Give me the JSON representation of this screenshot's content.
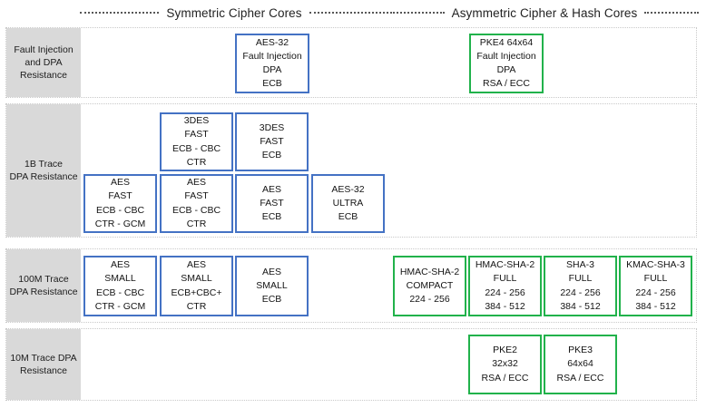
{
  "header": {
    "groups": [
      {
        "title": "Symmetric Cipher Cores"
      },
      {
        "title": "Asymmetric Cipher & Hash Cores"
      }
    ]
  },
  "rows": [
    {
      "label_lines": [
        "Fault Injection",
        "and DPA",
        "Resistance"
      ],
      "boxes": [
        {
          "color": "#4472c4",
          "lines": [
            "AES-32",
            "Fault Injection",
            "DPA",
            "ECB"
          ]
        },
        {
          "color": "#21b24b",
          "lines": [
            "PKE4  64x64",
            "Fault Injection",
            "DPA",
            "RSA / ECC"
          ]
        }
      ]
    },
    {
      "label_lines": [
        "1B Trace",
        "DPA Resistance"
      ],
      "boxes": [
        {
          "color": "#4472c4",
          "lines": [
            "3DES",
            "FAST",
            "ECB - CBC",
            "CTR"
          ]
        },
        {
          "color": "#4472c4",
          "lines": [
            "3DES",
            "FAST",
            "ECB"
          ]
        },
        {
          "color": "#4472c4",
          "lines": [
            "AES",
            "FAST",
            "ECB - CBC",
            "CTR - GCM"
          ]
        },
        {
          "color": "#4472c4",
          "lines": [
            "AES",
            "FAST",
            "ECB - CBC",
            "CTR"
          ]
        },
        {
          "color": "#4472c4",
          "lines": [
            "AES",
            "FAST",
            "ECB"
          ]
        },
        {
          "color": "#4472c4",
          "lines": [
            "AES-32",
            "ULTRA",
            "ECB"
          ]
        }
      ]
    },
    {
      "label_lines": [
        "100M Trace",
        "DPA Resistance"
      ],
      "boxes": [
        {
          "color": "#4472c4",
          "lines": [
            "AES",
            "SMALL",
            "ECB - CBC",
            "CTR - GCM"
          ]
        },
        {
          "color": "#4472c4",
          "lines": [
            "AES",
            "SMALL",
            "ECB+CBC+",
            "CTR"
          ]
        },
        {
          "color": "#4472c4",
          "lines": [
            "AES",
            "SMALL",
            "ECB"
          ]
        },
        {
          "color": "#21b24b",
          "lines": [
            "HMAC-SHA-2",
            "COMPACT",
            "224 - 256"
          ]
        },
        {
          "color": "#21b24b",
          "lines": [
            "HMAC-SHA-2",
            "FULL",
            "224 - 256",
            "384 - 512"
          ]
        },
        {
          "color": "#21b24b",
          "lines": [
            "SHA-3",
            "FULL",
            "224 - 256",
            "384 - 512"
          ]
        },
        {
          "color": "#21b24b",
          "lines": [
            "KMAC-SHA-3",
            "FULL",
            "224 - 256",
            "384 - 512"
          ]
        }
      ]
    },
    {
      "label_lines": [
        "10M Trace DPA",
        "Resistance"
      ],
      "boxes": [
        {
          "color": "#21b24b",
          "lines": [
            "PKE2",
            "32x32",
            "RSA / ECC"
          ]
        },
        {
          "color": "#21b24b",
          "lines": [
            "PKE3",
            "64x64",
            "RSA / ECC"
          ]
        }
      ]
    }
  ],
  "colors": {
    "symmetric_border": "#4472c4",
    "asymmetric_border": "#21b24b",
    "row_label_bg": "#d9d9d9",
    "row_outline": "#c9c9c9"
  }
}
